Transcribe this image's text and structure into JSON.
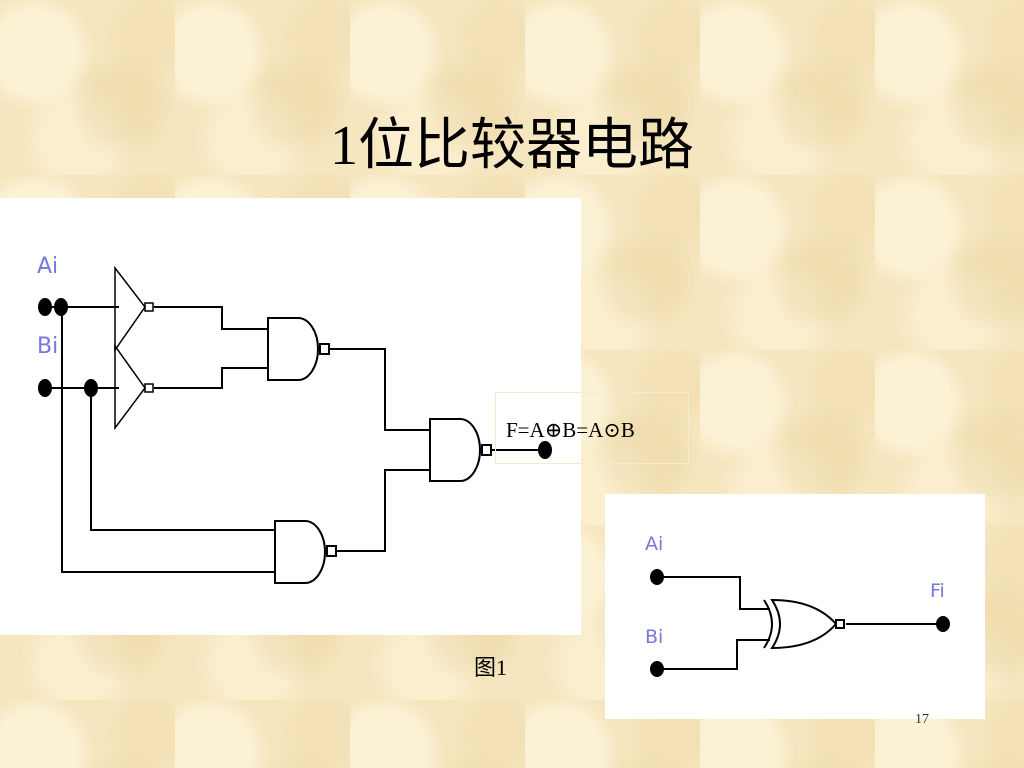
{
  "slide": {
    "title": "1位比较器电路",
    "caption": "图1",
    "page_number": "17"
  },
  "main_circuit": {
    "input_a_label": "Ai",
    "input_b_label": "Bi",
    "output_formula": "F=A⊕B=A⊙B"
  },
  "xor_circuit": {
    "input_a_label": "Ai",
    "input_b_label": "Bi",
    "output_label": "Fi"
  },
  "colors": {
    "label_blue": "#7777dd",
    "wire": "#000000",
    "panel": "#ffffff",
    "background": "#f6e6bf"
  }
}
